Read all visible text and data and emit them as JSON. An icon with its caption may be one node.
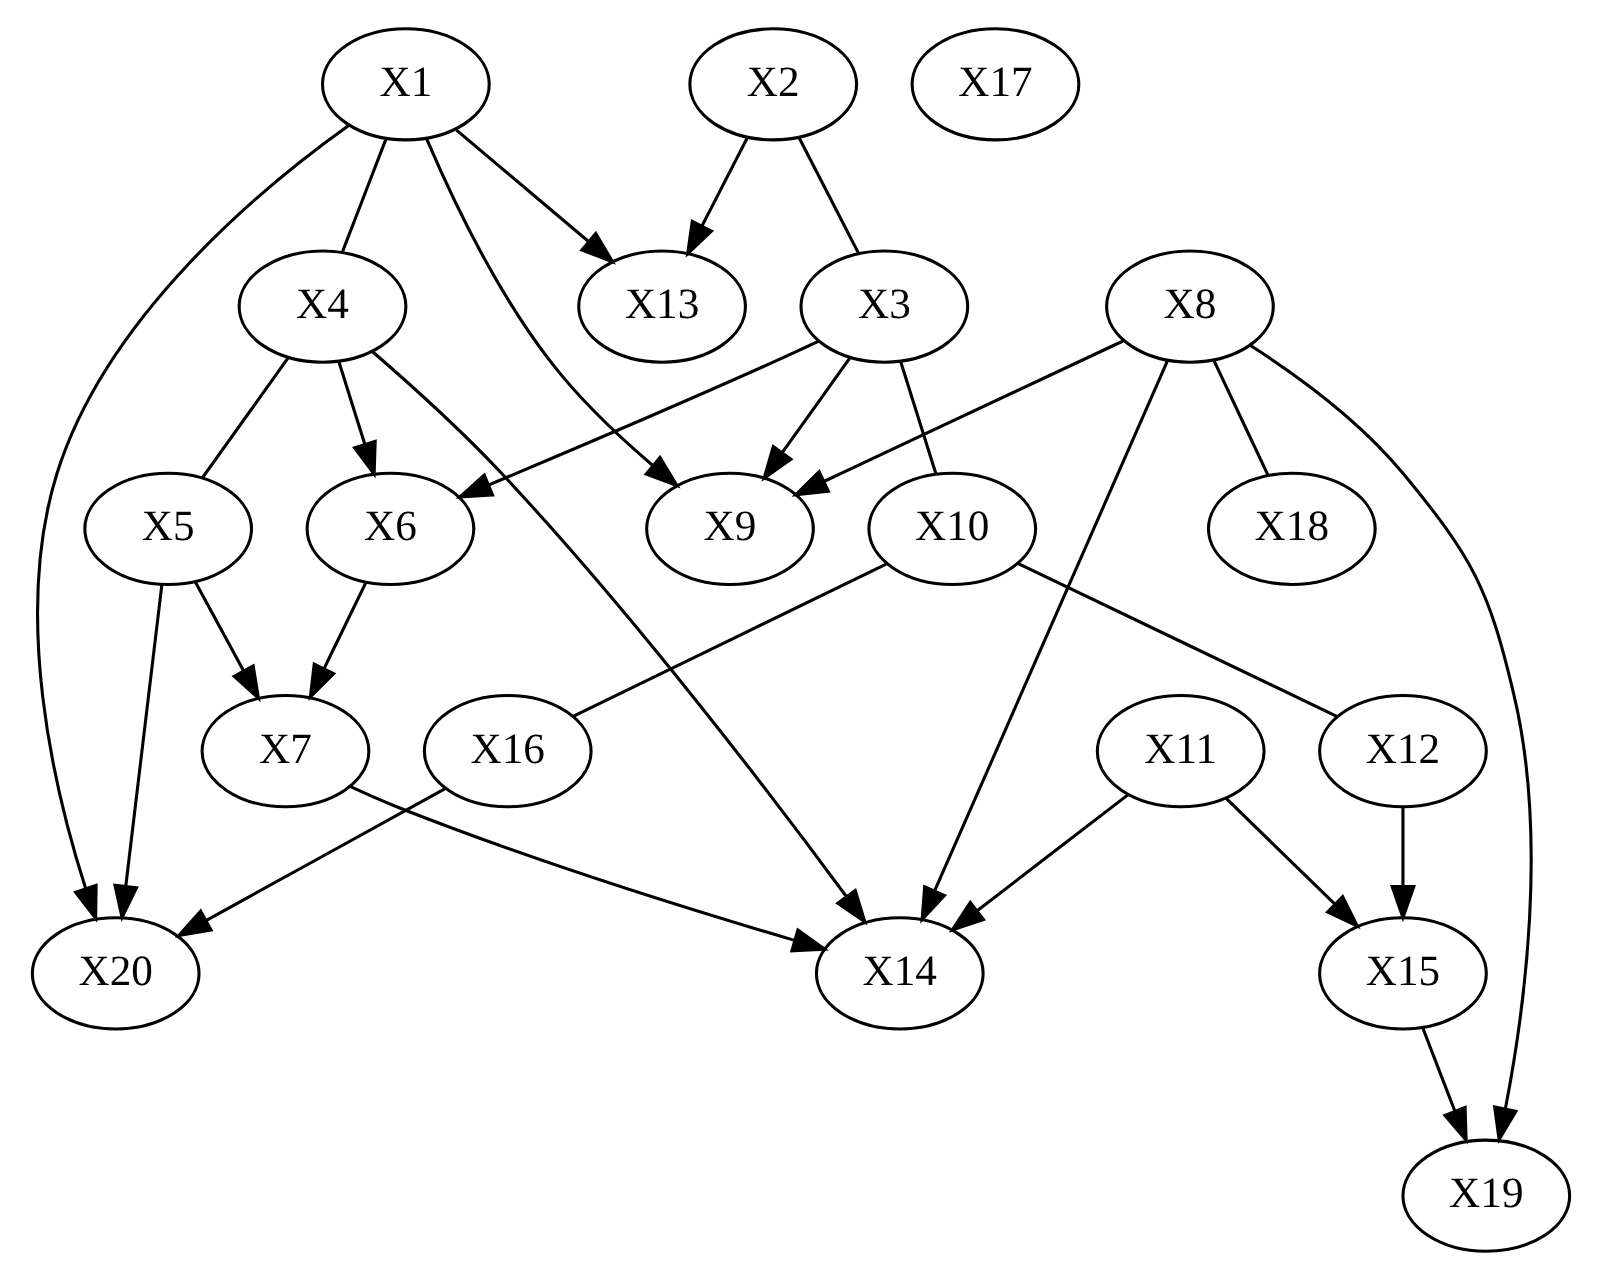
{
  "diagram": {
    "nodes": [
      {
        "text": [
          "X1"
        ]
      },
      {
        "text": [
          "X2"
        ]
      },
      {
        "text": [
          "X3"
        ]
      },
      {
        "text": [
          "X4"
        ]
      },
      {
        "text": [
          "X5"
        ]
      },
      {
        "text": [
          "X6"
        ]
      },
      {
        "text": [
          "X7"
        ]
      },
      {
        "text": [
          "X8"
        ]
      },
      {
        "text": [
          "X9"
        ]
      },
      {
        "text": [
          "X10"
        ]
      },
      {
        "text": [
          "X11"
        ]
      },
      {
        "text": [
          "X12"
        ]
      },
      {
        "text": [
          "X13"
        ]
      },
      {
        "text": [
          "X14"
        ]
      },
      {
        "text": [
          "X15"
        ]
      },
      {
        "text": [
          "X16"
        ]
      },
      {
        "text": [
          "X17"
        ]
      },
      {
        "text": [
          "X18"
        ]
      },
      {
        "text": [
          "X19"
        ]
      },
      {
        "text": [
          "X20"
        ]
      }
    ],
    "edges": [
      {
        "from": 0,
        "to": 3,
        "arrow": "none"
      },
      {
        "from": 0,
        "to": 12,
        "arrow": "to"
      },
      {
        "from": 0,
        "to": 8,
        "arrow": "to"
      },
      {
        "from": 0,
        "to": 19,
        "arrow": "to"
      },
      {
        "from": 1,
        "to": 12,
        "arrow": "to"
      },
      {
        "from": 1,
        "to": 2,
        "arrow": "none"
      },
      {
        "from": 2,
        "to": 5,
        "arrow": "to"
      },
      {
        "from": 2,
        "to": 8,
        "arrow": "to"
      },
      {
        "from": 2,
        "to": 9,
        "arrow": "none"
      },
      {
        "from": 3,
        "to": 4,
        "arrow": "none"
      },
      {
        "from": 3,
        "to": 5,
        "arrow": "to"
      },
      {
        "from": 3,
        "to": 13,
        "arrow": "to"
      },
      {
        "from": 4,
        "to": 6,
        "arrow": "to"
      },
      {
        "from": 4,
        "to": 19,
        "arrow": "to"
      },
      {
        "from": 5,
        "to": 6,
        "arrow": "to"
      },
      {
        "from": 6,
        "to": 13,
        "arrow": "to"
      },
      {
        "from": 7,
        "to": 8,
        "arrow": "to"
      },
      {
        "from": 7,
        "to": 13,
        "arrow": "to"
      },
      {
        "from": 7,
        "to": 17,
        "arrow": "none"
      },
      {
        "from": 7,
        "to": 18,
        "arrow": "to"
      },
      {
        "from": 9,
        "to": 15,
        "arrow": "none"
      },
      {
        "from": 9,
        "to": 11,
        "arrow": "none"
      },
      {
        "from": 10,
        "to": 13,
        "arrow": "to"
      },
      {
        "from": 10,
        "to": 14,
        "arrow": "to"
      },
      {
        "from": 11,
        "to": 14,
        "arrow": "to"
      },
      {
        "from": 14,
        "to": 18,
        "arrow": "to"
      },
      {
        "from": 15,
        "to": 19,
        "arrow": "to"
      }
    ]
  }
}
